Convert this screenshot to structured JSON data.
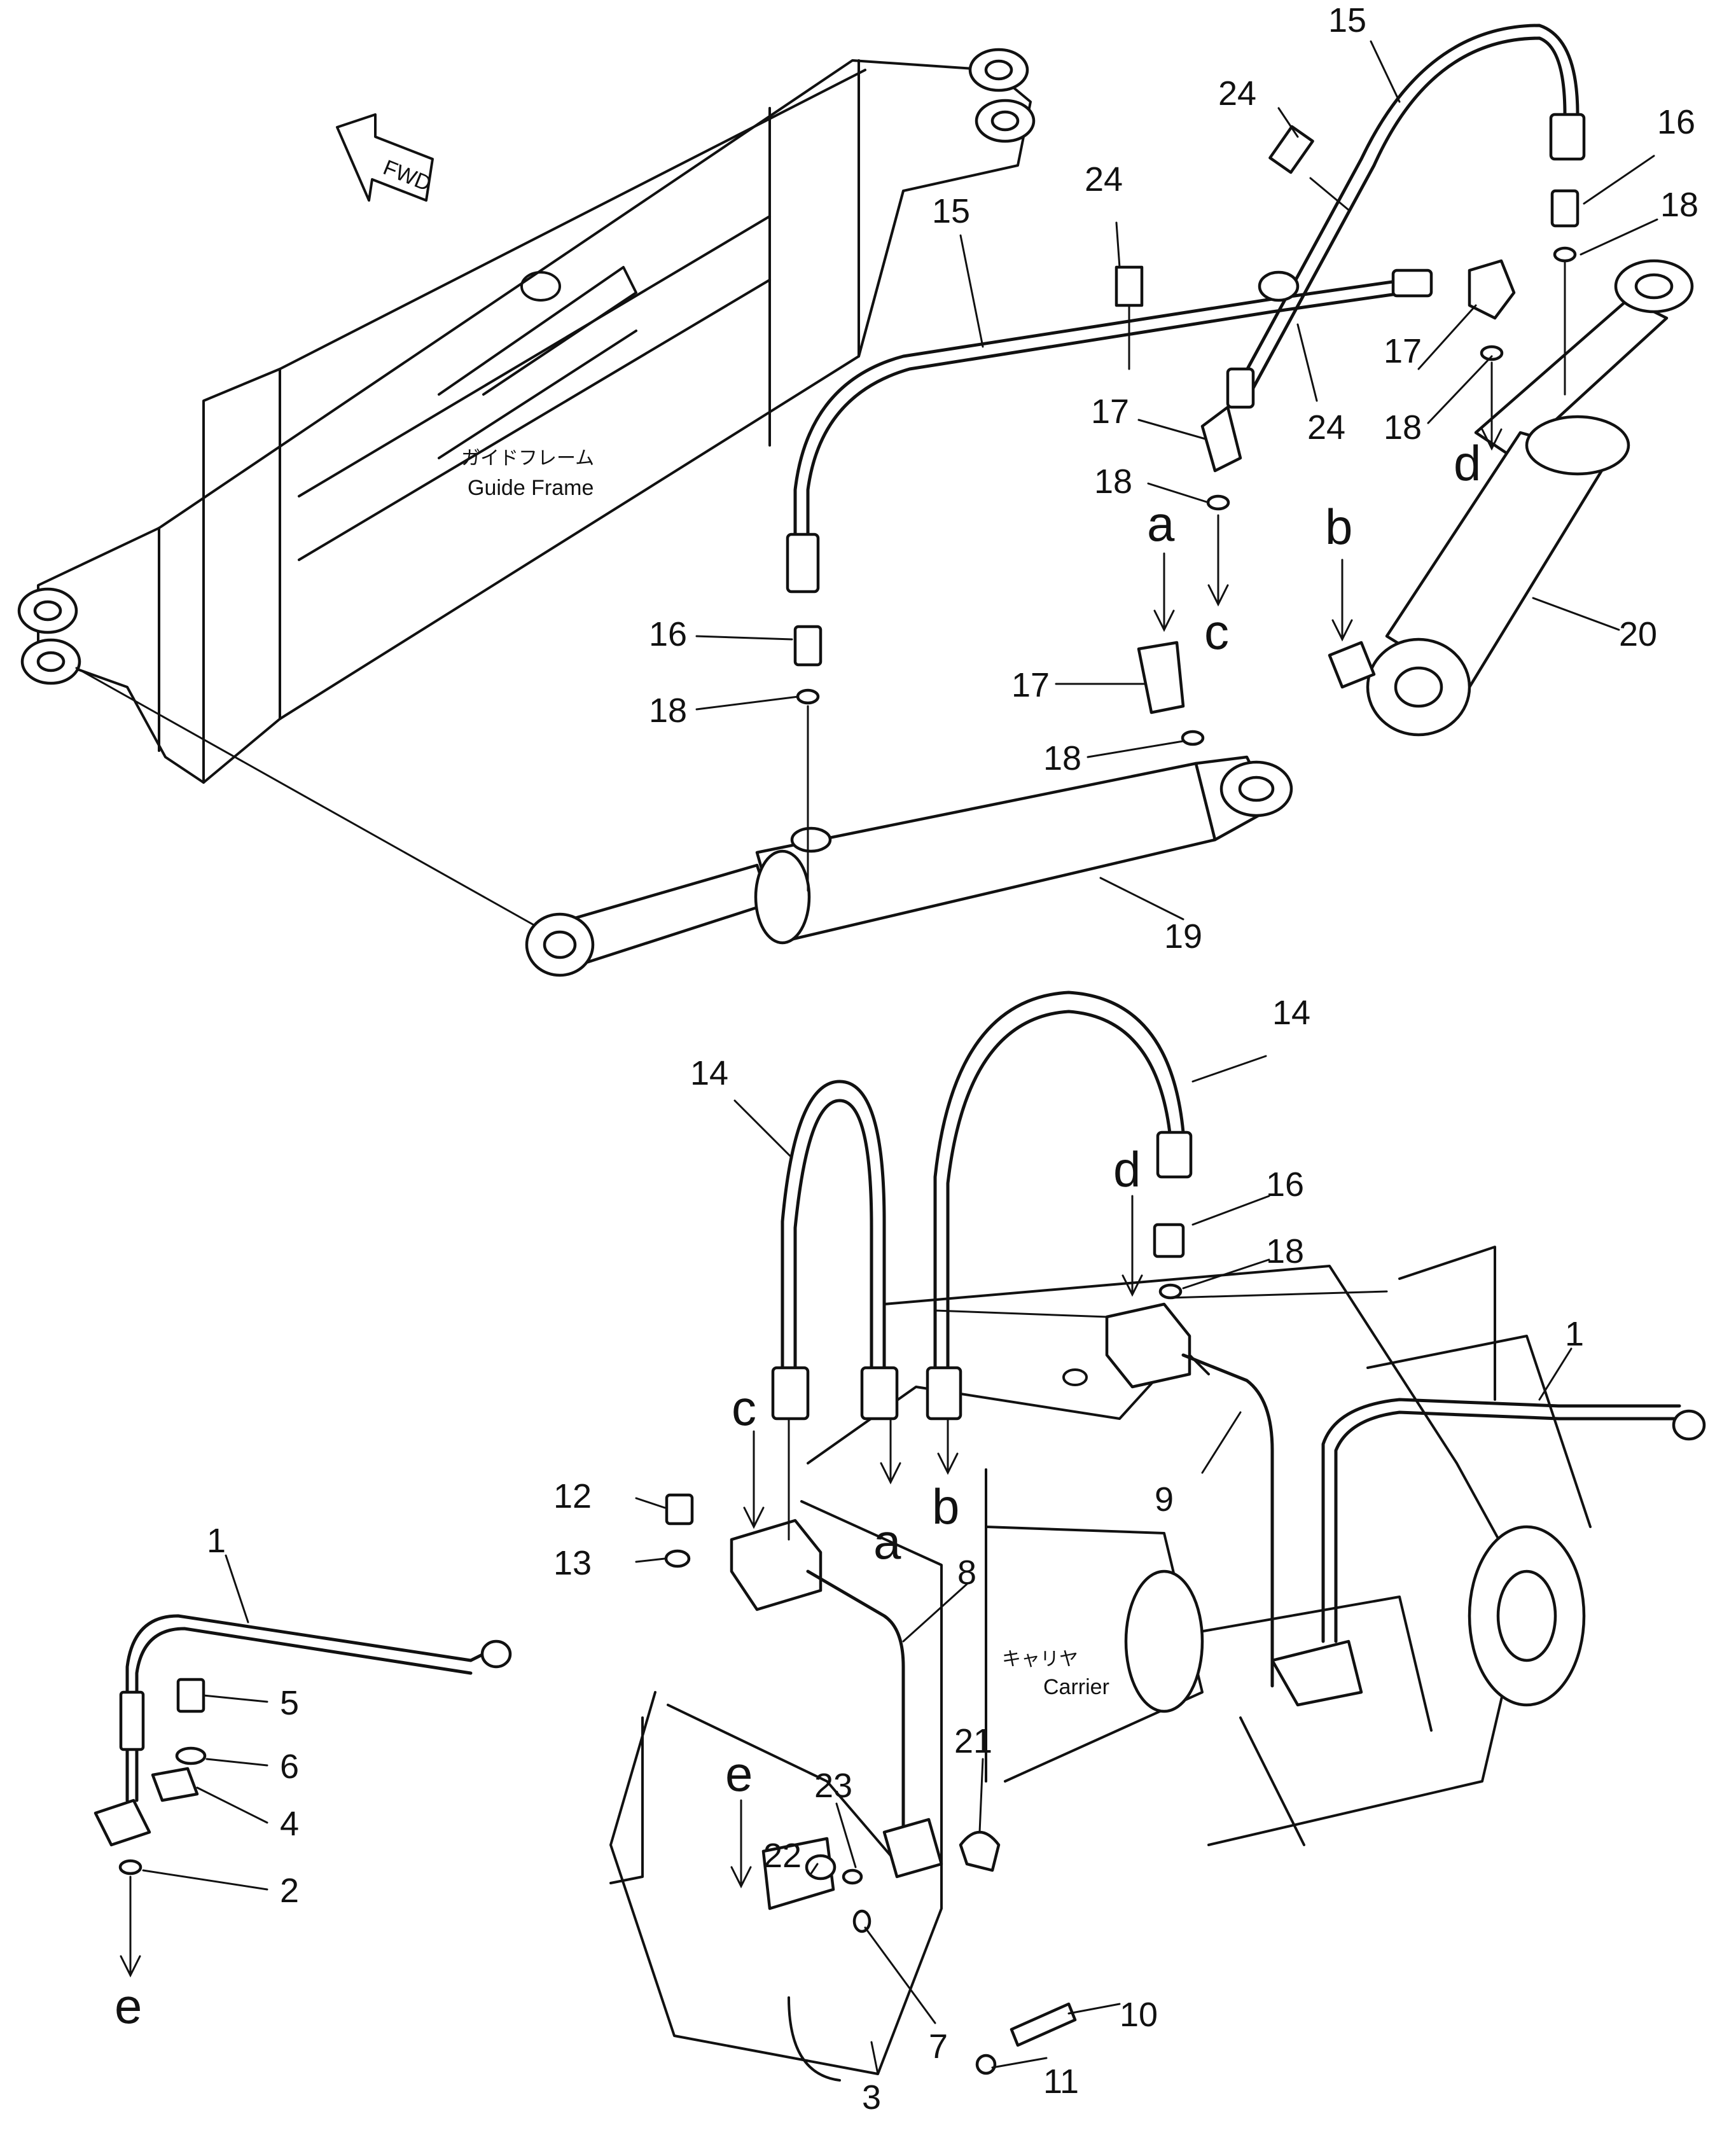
{
  "frames": {
    "guide_frame": {
      "label_jp": "ガイドフレーム",
      "label_en": "Guide Frame"
    },
    "carrier": {
      "label_jp": "キャリヤ",
      "label_en": "Carrier"
    },
    "direction_arrow": {
      "label": "FWD"
    }
  },
  "callouts": [
    {
      "id": "c1",
      "text": "15"
    },
    {
      "id": "c2",
      "text": "24"
    },
    {
      "id": "c3",
      "text": "16"
    },
    {
      "id": "c4",
      "text": "18"
    },
    {
      "id": "c5",
      "text": "15"
    },
    {
      "id": "c6",
      "text": "24"
    },
    {
      "id": "c7",
      "text": "17"
    },
    {
      "id": "c8",
      "text": "24"
    },
    {
      "id": "c9",
      "text": "18"
    },
    {
      "id": "c10",
      "text": "17"
    },
    {
      "id": "c11",
      "text": "18"
    },
    {
      "id": "c12",
      "text": "20"
    },
    {
      "id": "c13",
      "text": "16"
    },
    {
      "id": "c14",
      "text": "18"
    },
    {
      "id": "c15",
      "text": "17"
    },
    {
      "id": "c16",
      "text": "18"
    },
    {
      "id": "c17",
      "text": "19"
    },
    {
      "id": "c18",
      "text": "14"
    },
    {
      "id": "c19",
      "text": "14"
    },
    {
      "id": "c20",
      "text": "16"
    },
    {
      "id": "c21",
      "text": "18"
    },
    {
      "id": "c22",
      "text": "1"
    },
    {
      "id": "c23",
      "text": "9"
    },
    {
      "id": "c24",
      "text": "12"
    },
    {
      "id": "c25",
      "text": "13"
    },
    {
      "id": "c26",
      "text": "8"
    },
    {
      "id": "c27",
      "text": "1"
    },
    {
      "id": "c28",
      "text": "5"
    },
    {
      "id": "c29",
      "text": "6"
    },
    {
      "id": "c30",
      "text": "4"
    },
    {
      "id": "c31",
      "text": "2"
    },
    {
      "id": "c32",
      "text": "21"
    },
    {
      "id": "c33",
      "text": "23"
    },
    {
      "id": "c34",
      "text": "22"
    },
    {
      "id": "c35",
      "text": "7"
    },
    {
      "id": "c36",
      "text": "3"
    },
    {
      "id": "c37",
      "text": "10"
    },
    {
      "id": "c38",
      "text": "11"
    }
  ],
  "connection_letters": [
    {
      "id": "l1",
      "text": "a"
    },
    {
      "id": "l2",
      "text": "c"
    },
    {
      "id": "l3",
      "text": "b"
    },
    {
      "id": "l4",
      "text": "d"
    },
    {
      "id": "l5",
      "text": "d"
    },
    {
      "id": "l6",
      "text": "c"
    },
    {
      "id": "l7",
      "text": "b"
    },
    {
      "id": "l8",
      "text": "a"
    },
    {
      "id": "l9",
      "text": "e"
    },
    {
      "id": "l10",
      "text": "e"
    }
  ]
}
